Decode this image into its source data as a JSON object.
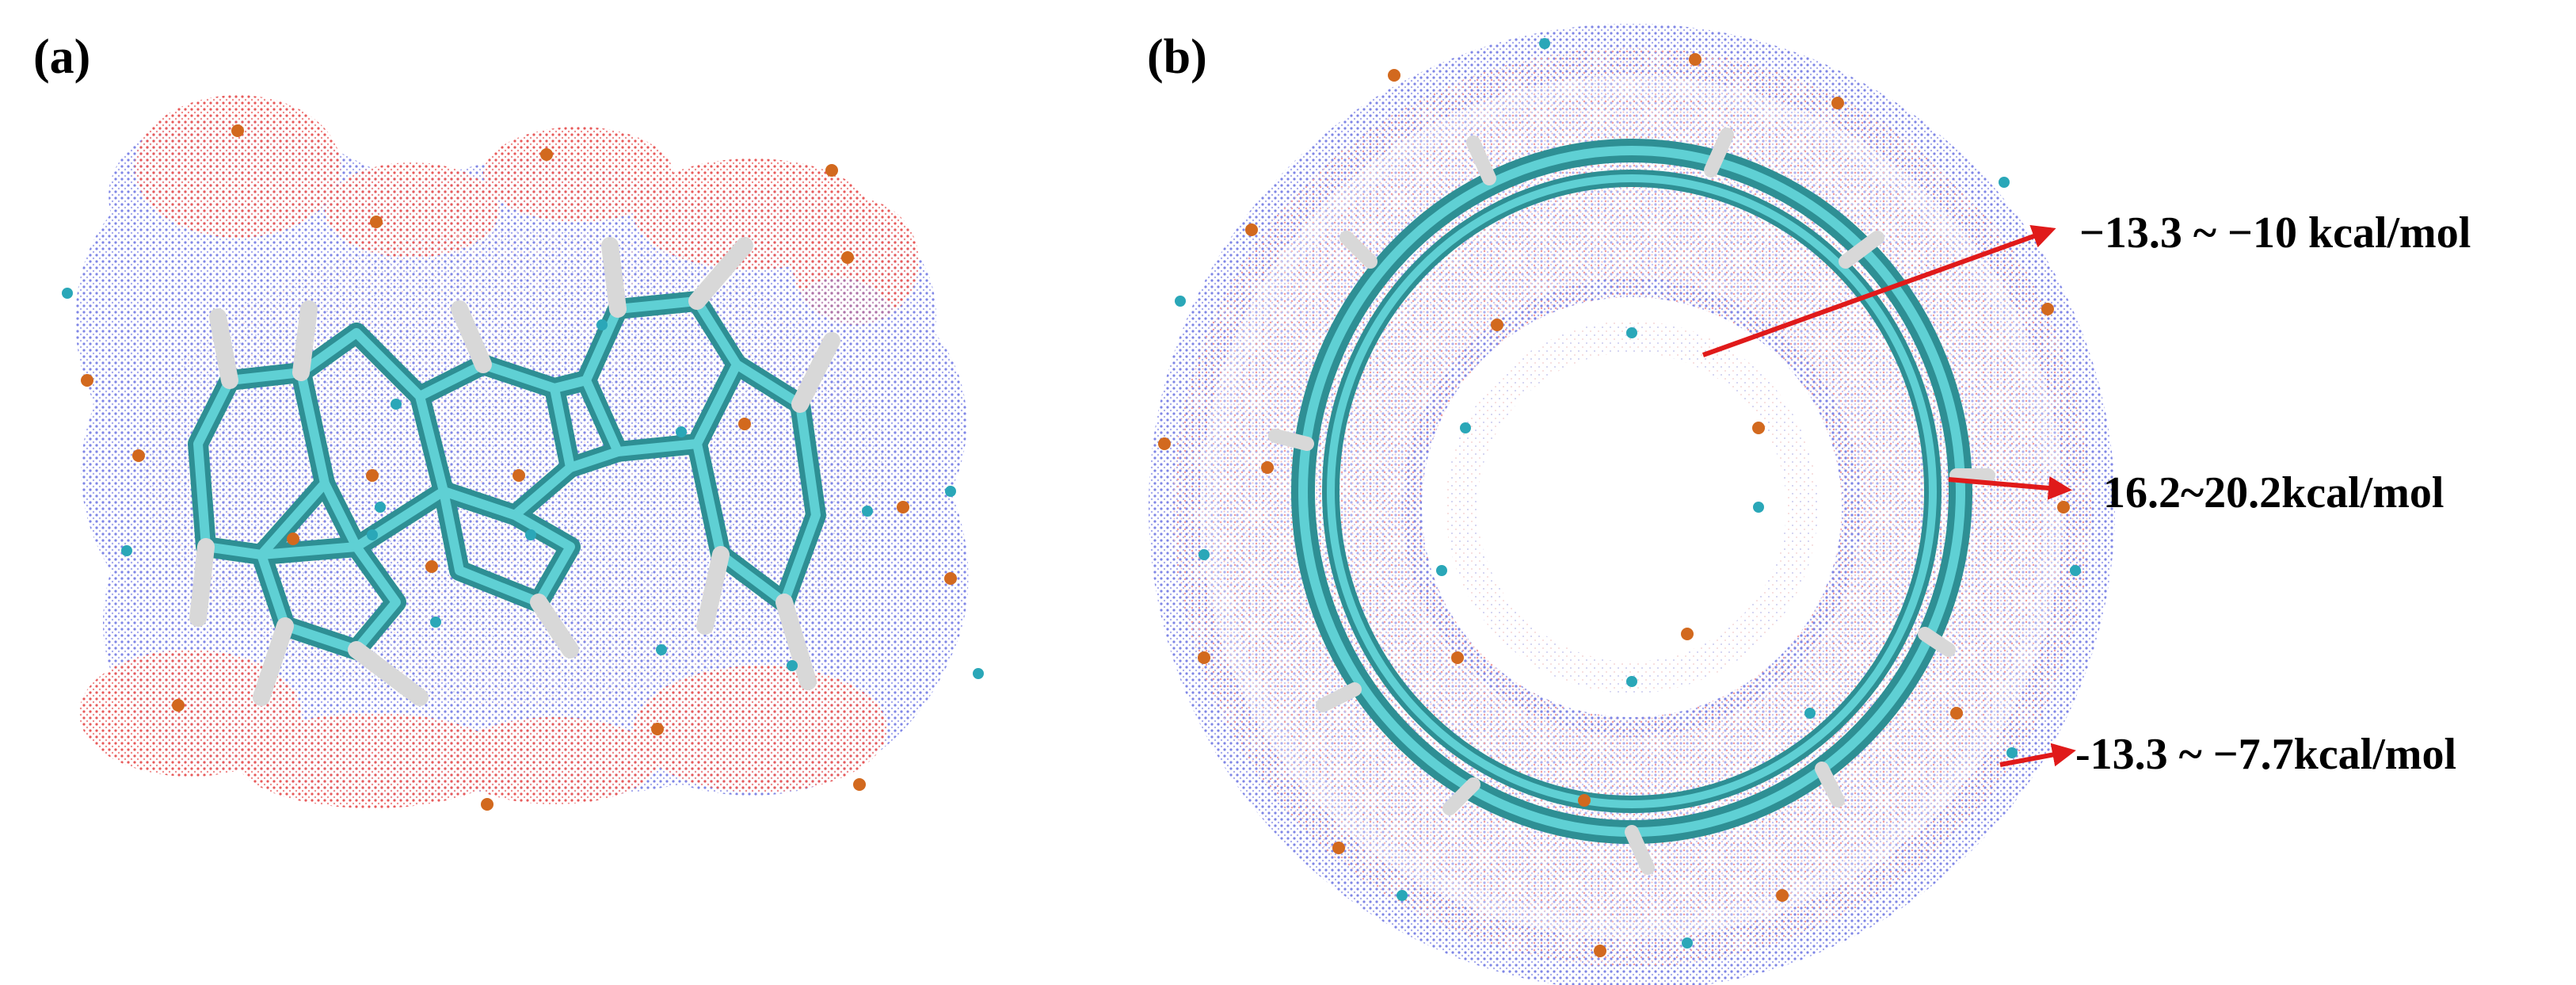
{
  "panels": {
    "a": {
      "label": "(a)"
    },
    "b": {
      "label": "(b)"
    }
  },
  "annotations": [
    {
      "text": "−13.3 ~ −10 kcal/mol",
      "target": "inner cavity surface"
    },
    {
      "text": "16.2~20.2kcal/mol",
      "target": "ring surface"
    },
    {
      "text": "-13.3 ~ −7.7kcal/mol",
      "target": "outer surface"
    }
  ],
  "colors": {
    "positive_surface": "#e85a5a",
    "negative_surface": "#7f86e6",
    "bond": "#3fb3b8",
    "hydrogen": "#e8e8e8",
    "critical_point_max": "#d2691e",
    "critical_point_min": "#2aa7b8",
    "arrow": "#e01a1a"
  }
}
